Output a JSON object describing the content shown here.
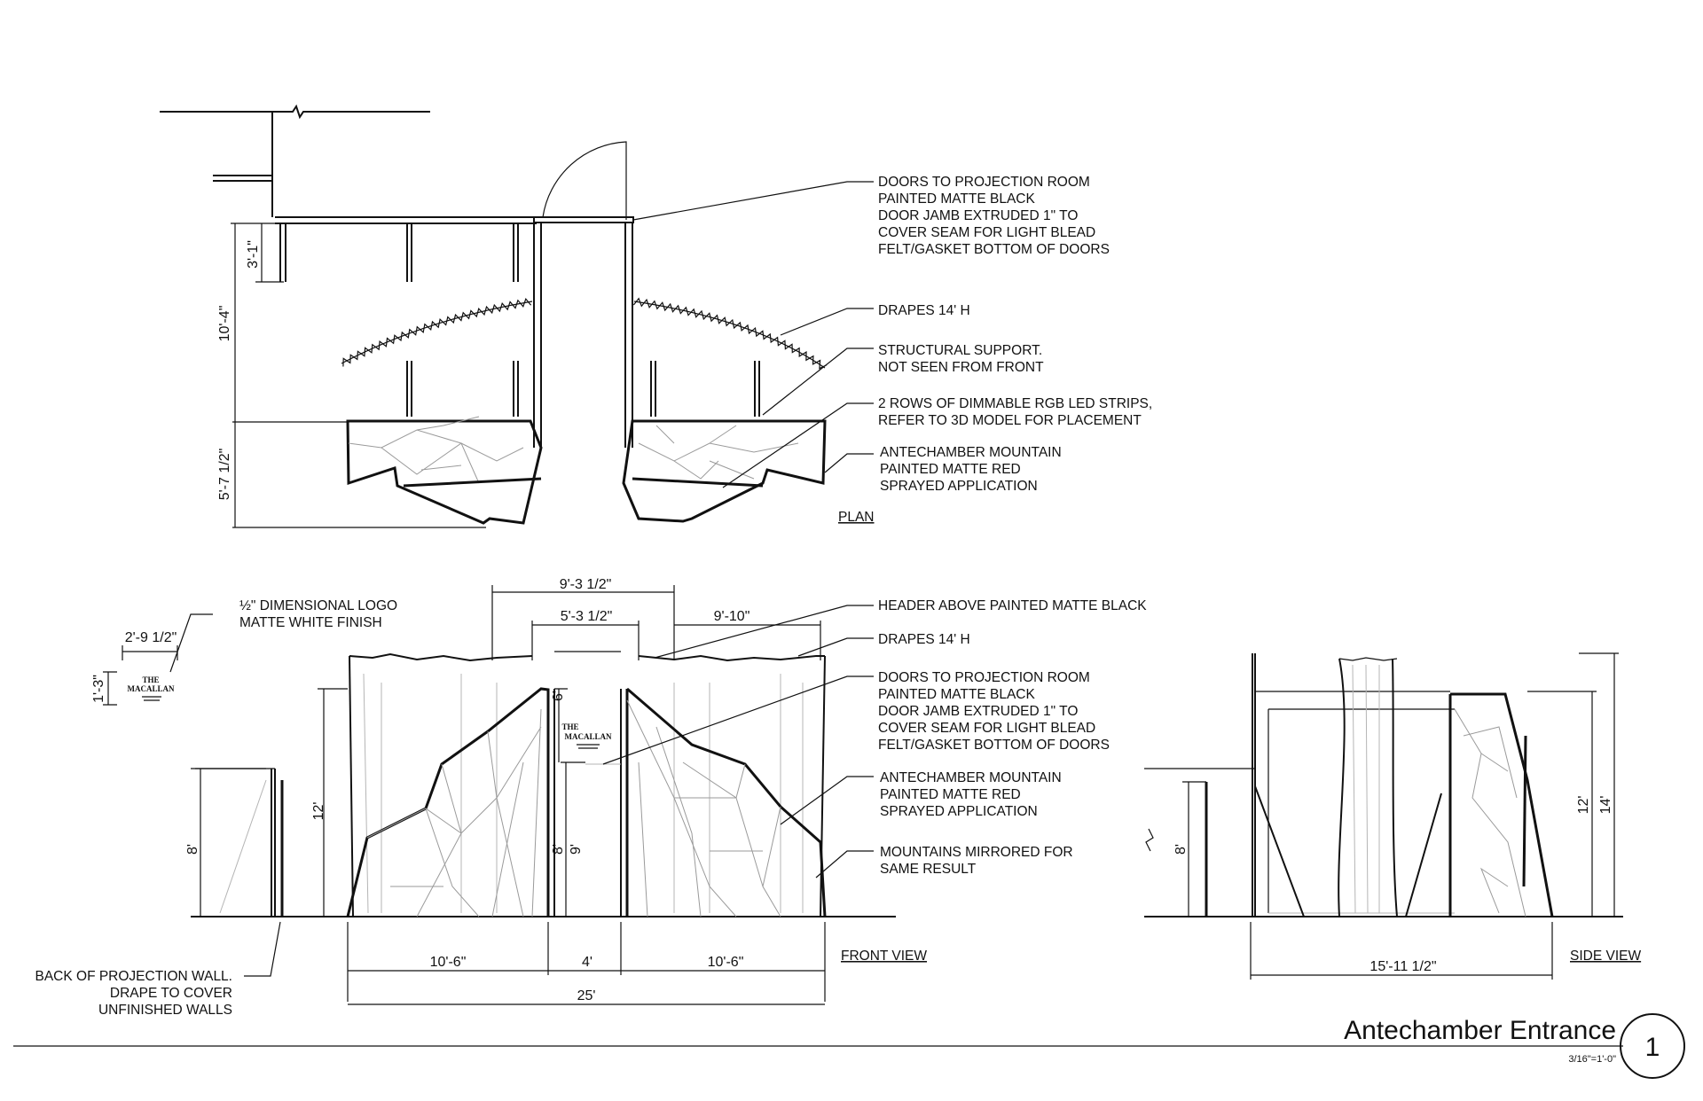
{
  "plan": {
    "label": "PLAN",
    "dims": {
      "d1": "3'-1\"",
      "d2": "10'-4\"",
      "d3": "5'-7 1/2\""
    },
    "notes": {
      "doors": [
        "DOORS TO PROJECTION ROOM",
        "PAINTED MATTE BLACK",
        "DOOR JAMB EXTRUDED 1\" TO",
        "COVER SEAM FOR LIGHT BLEAD",
        "FELT/GASKET BOTTOM OF DOORS"
      ],
      "drapes": [
        "DRAPES 14' H"
      ],
      "support": [
        "STRUCTURAL SUPPORT.",
        "NOT SEEN FROM FRONT"
      ],
      "led": [
        "2 ROWS OF DIMMABLE RGB LED STRIPS,",
        "REFER TO 3D MODEL FOR PLACEMENT"
      ],
      "mountain": [
        "ANTECHAMBER MOUNTAIN",
        "PAINTED MATTE RED",
        "SPRAYED APPLICATION"
      ]
    }
  },
  "logo": {
    "notes": [
      "½\" DIMENSIONAL LOGO",
      "MATTE WHITE FINISH"
    ],
    "width": "2'-9 1/2\"",
    "height": "1'-3\"",
    "brand": "MACALLAN",
    "brand_prefix": "THE"
  },
  "front": {
    "label": "FRONT VIEW",
    "dims": {
      "top_outer": "9'-3 1/2\"",
      "top_inner": "5'-3 1/2\"",
      "top_right": "9'-10\"",
      "h6": "6'",
      "h12": "12'",
      "h8_left": "8'",
      "h8_door": "8'",
      "h9": "9'",
      "w_left": "10'-6\"",
      "w_door": "4'",
      "w_right": "10'-6\"",
      "w_total": "25'"
    },
    "notes": {
      "header": [
        "HEADER ABOVE PAINTED MATTE BLACK"
      ],
      "drapes": [
        "DRAPES 14' H"
      ],
      "doors": [
        "DOORS TO PROJECTION ROOM",
        "PAINTED MATTE BLACK",
        "DOOR JAMB EXTRUDED 1\" TO",
        "COVER SEAM FOR LIGHT BLEAD",
        "FELT/GASKET BOTTOM OF DOORS"
      ],
      "mountain": [
        "ANTECHAMBER MOUNTAIN",
        "PAINTED MATTE RED",
        "SPRAYED APPLICATION"
      ],
      "mirrored": [
        "MOUNTAINS MIRRORED FOR",
        "SAME RESULT"
      ],
      "back_wall": [
        "BACK OF PROJECTION WALL.",
        "DRAPE TO COVER",
        "UNFINISHED WALLS"
      ]
    }
  },
  "side": {
    "label": "SIDE VIEW",
    "dims": {
      "h8": "8'",
      "h12": "12'",
      "h14": "14'",
      "w": "15'-11 1/2\""
    }
  },
  "title_block": {
    "title": "Antechamber Entrance",
    "scale": "3/16\"=1'-0\"",
    "number": "1"
  }
}
